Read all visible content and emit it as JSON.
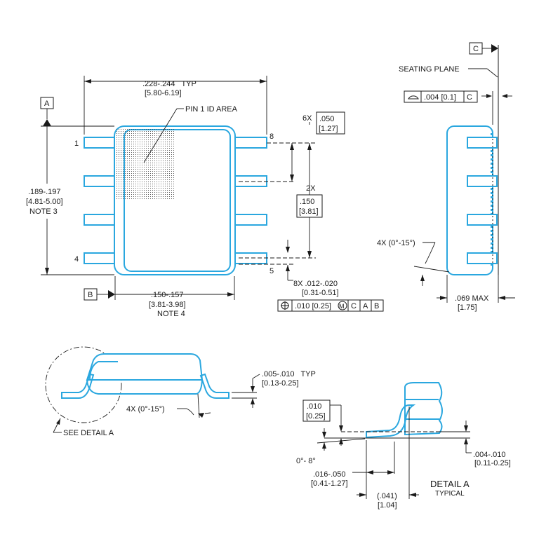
{
  "datums": {
    "a": "A",
    "b": "B",
    "c": "C"
  },
  "top_view": {
    "pin_first": "1",
    "pin_fourth": "4",
    "pin_fifth": "5",
    "pin_eighth": "8",
    "pin1_area": "PIN 1 ID AREA",
    "width_typ": ".228-.244   TYP",
    "width_typ_mm": "[5.80-6.19]",
    "height_in": ".189-.197",
    "height_mm": "[4.81-5.00]",
    "height_note": "NOTE 3",
    "body_w_in": ".150-.157",
    "body_w_mm": "[3.81-3.98]",
    "body_w_note": "NOTE 4",
    "pitch_count": "6X",
    "pitch_in": ".050",
    "pitch_mm": "[1.27]",
    "span_count": "2X",
    "span_in": ".150",
    "span_mm": "[3.81]",
    "lead_w": "8X .012-.020",
    "lead_w_mm": "[0.31-0.51]",
    "fcf_position": ".010 [0.25]",
    "fcf_mmc": "M",
    "fcf_c": "C",
    "fcf_a": "A",
    "fcf_b": "B"
  },
  "side_view": {
    "seating_plane": "SEATING PLANE",
    "flatness": ".004 [0.1]",
    "flatness_datum": "C",
    "angle": "4X (0°-15°)",
    "max_h": ".069 MAX",
    "max_h_mm": "[1.75]"
  },
  "end_view": {
    "angle": "4X (0°-15°)",
    "see_detail": "SEE DETAIL A",
    "thick_in": ".005-.010   TYP",
    "thick_mm": "[0.13-0.25]"
  },
  "detail": {
    "gauge_in": ".010",
    "gauge_mm": "[0.25]",
    "angle": "0°- 8°",
    "foot_in": ".016-.050",
    "foot_mm": "[0.41-1.27]",
    "ref_in": "(.041)",
    "ref_mm": "[1.04]",
    "lead_t_in": ".004-.010",
    "lead_t_mm": "[0.11-0.25]",
    "title": "DETAIL A",
    "subtitle": "TYPICAL"
  }
}
